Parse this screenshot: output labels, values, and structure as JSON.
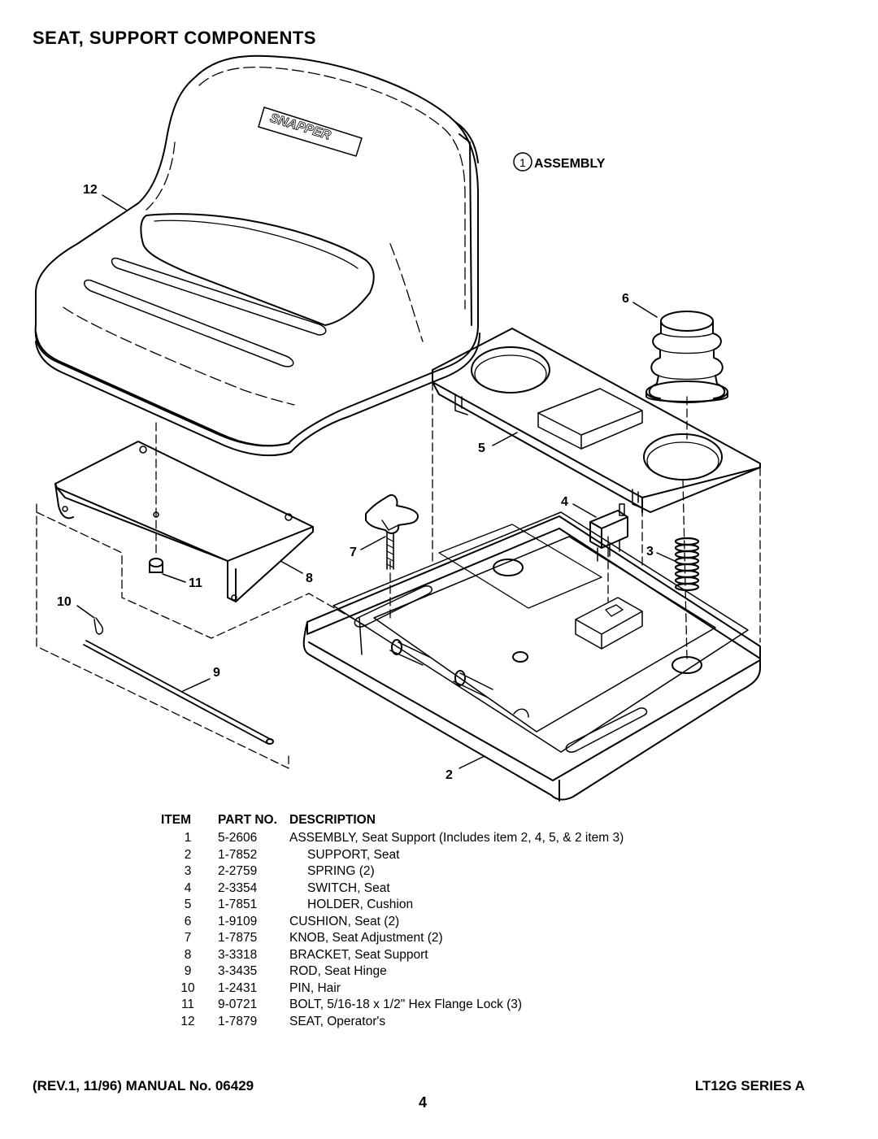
{
  "title": "SEAT, SUPPORT COMPONENTS",
  "assembly_callout": {
    "number": "1",
    "label": "ASSEMBLY"
  },
  "diagram_labels": [
    "12",
    "6",
    "5",
    "4",
    "7",
    "3",
    "8",
    "11",
    "10",
    "9",
    "2"
  ],
  "seat_logo": "SNAPPER",
  "parts_table": {
    "headers": [
      "ITEM",
      "PART NO.",
      "DESCRIPTION"
    ],
    "rows": [
      {
        "item": "1",
        "part": "5-2606",
        "desc": "ASSEMBLY, Seat Support (Includes item 2, 4, 5, & 2 item 3)",
        "indent": false
      },
      {
        "item": "2",
        "part": "1-7852",
        "desc": "SUPPORT, Seat",
        "indent": true
      },
      {
        "item": "3",
        "part": "2-2759",
        "desc": "SPRING (2)",
        "indent": true
      },
      {
        "item": "4",
        "part": "2-3354",
        "desc": "SWITCH, Seat",
        "indent": true
      },
      {
        "item": "5",
        "part": "1-7851",
        "desc": "HOLDER, Cushion",
        "indent": true
      },
      {
        "item": "6",
        "part": "1-9109",
        "desc": "CUSHION, Seat (2)",
        "indent": false
      },
      {
        "item": "7",
        "part": "1-7875",
        "desc": "KNOB, Seat Adjustment (2)",
        "indent": false
      },
      {
        "item": "8",
        "part": "3-3318",
        "desc": "BRACKET, Seat Support",
        "indent": false
      },
      {
        "item": "9",
        "part": "3-3435",
        "desc": "ROD, Seat Hinge",
        "indent": false
      },
      {
        "item": "10",
        "part": "1-2431",
        "desc": "PIN, Hair",
        "indent": false
      },
      {
        "item": "11",
        "part": "9-0721",
        "desc": "BOLT, 5/16-18 x 1/2\" Hex Flange Lock (3)",
        "indent": false
      },
      {
        "item": "12",
        "part": "1-7879",
        "desc": "SEAT, Operator's",
        "indent": false
      }
    ]
  },
  "footer": {
    "left": "(REV.1, 11/96) MANUAL No. 06429",
    "right": "LT12G SERIES A",
    "page_number": "4"
  }
}
